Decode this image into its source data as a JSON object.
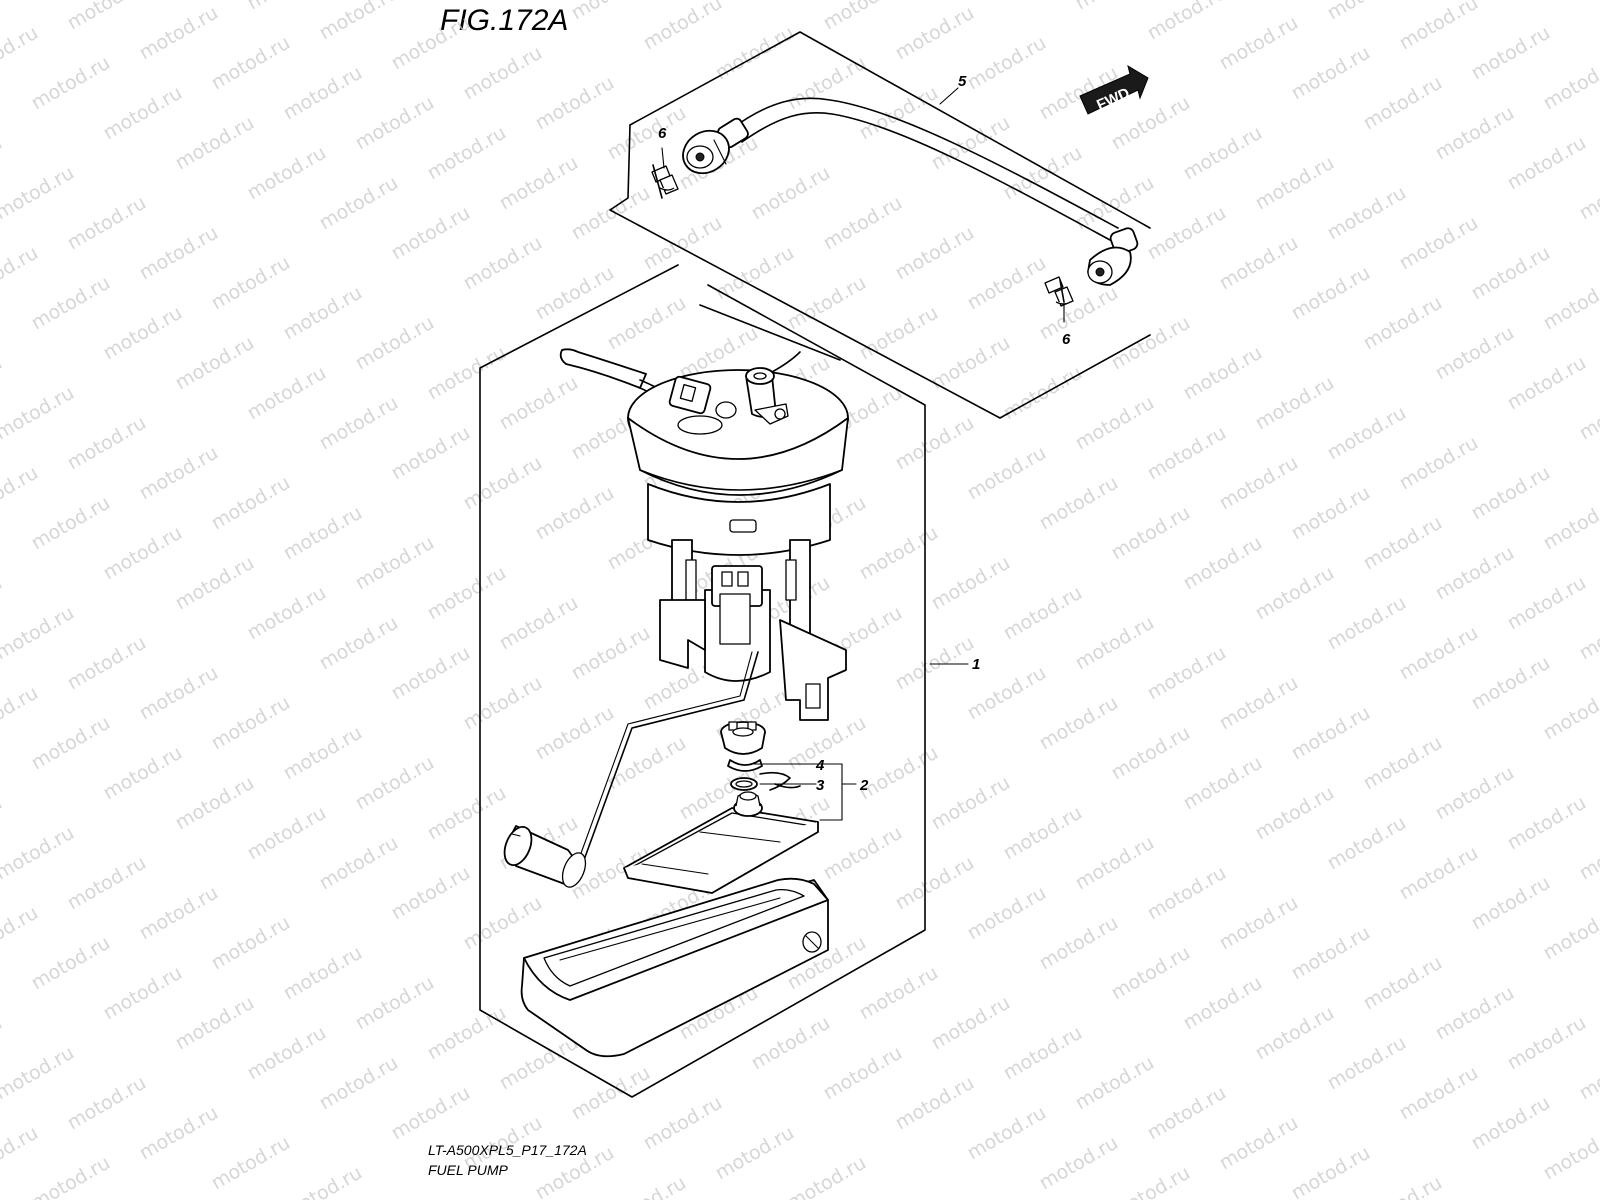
{
  "figure": {
    "title": "FIG.172A"
  },
  "direction_badge": {
    "label": "FWD"
  },
  "callouts": {
    "c1": "1",
    "c2": "2",
    "c3": "3",
    "c4": "4",
    "c5": "5",
    "c6_top": "6",
    "c6_bottom": "6"
  },
  "captions": {
    "model_code": "LT-A500XPL5_P17_172A",
    "name": "FUEL PUMP"
  },
  "watermark": {
    "text": "motod.ru"
  },
  "colors": {
    "line": "#000000",
    "watermark": "#c9c9c9",
    "background": "#ffffff"
  }
}
